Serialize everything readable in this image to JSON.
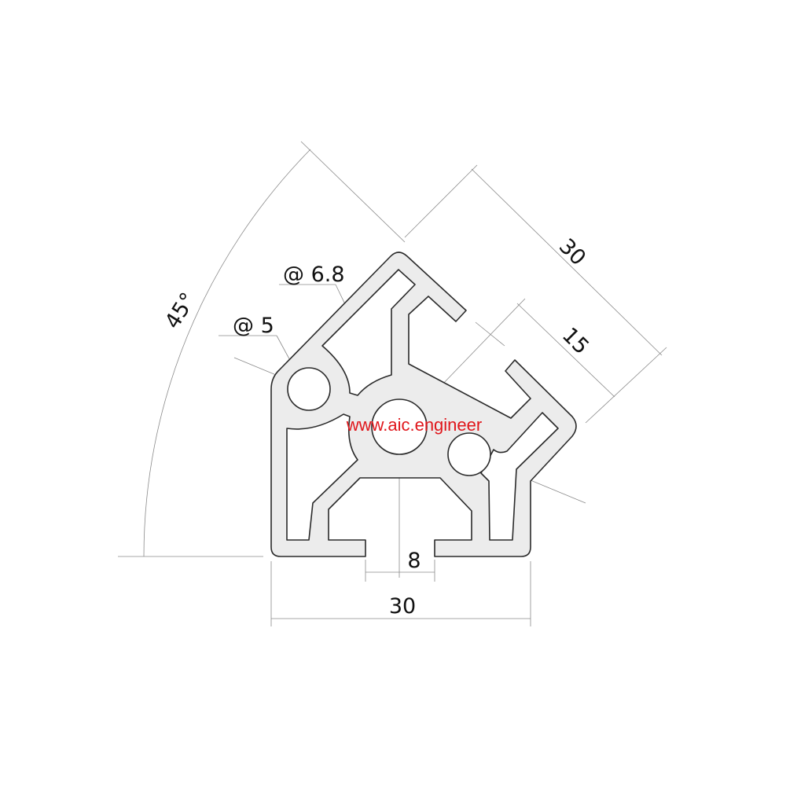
{
  "drawing": {
    "dimensions": {
      "width_bottom": "30",
      "slot_width": "8",
      "width_diagonal": "30",
      "half_diagonal": "15",
      "angle": "45°",
      "center_hole": "@ 6.8",
      "side_hole": "@ 5"
    },
    "watermark": "www.aic.engineer",
    "colors": {
      "profile_fill": "#ececec",
      "watermark": "#e0161b"
    }
  }
}
